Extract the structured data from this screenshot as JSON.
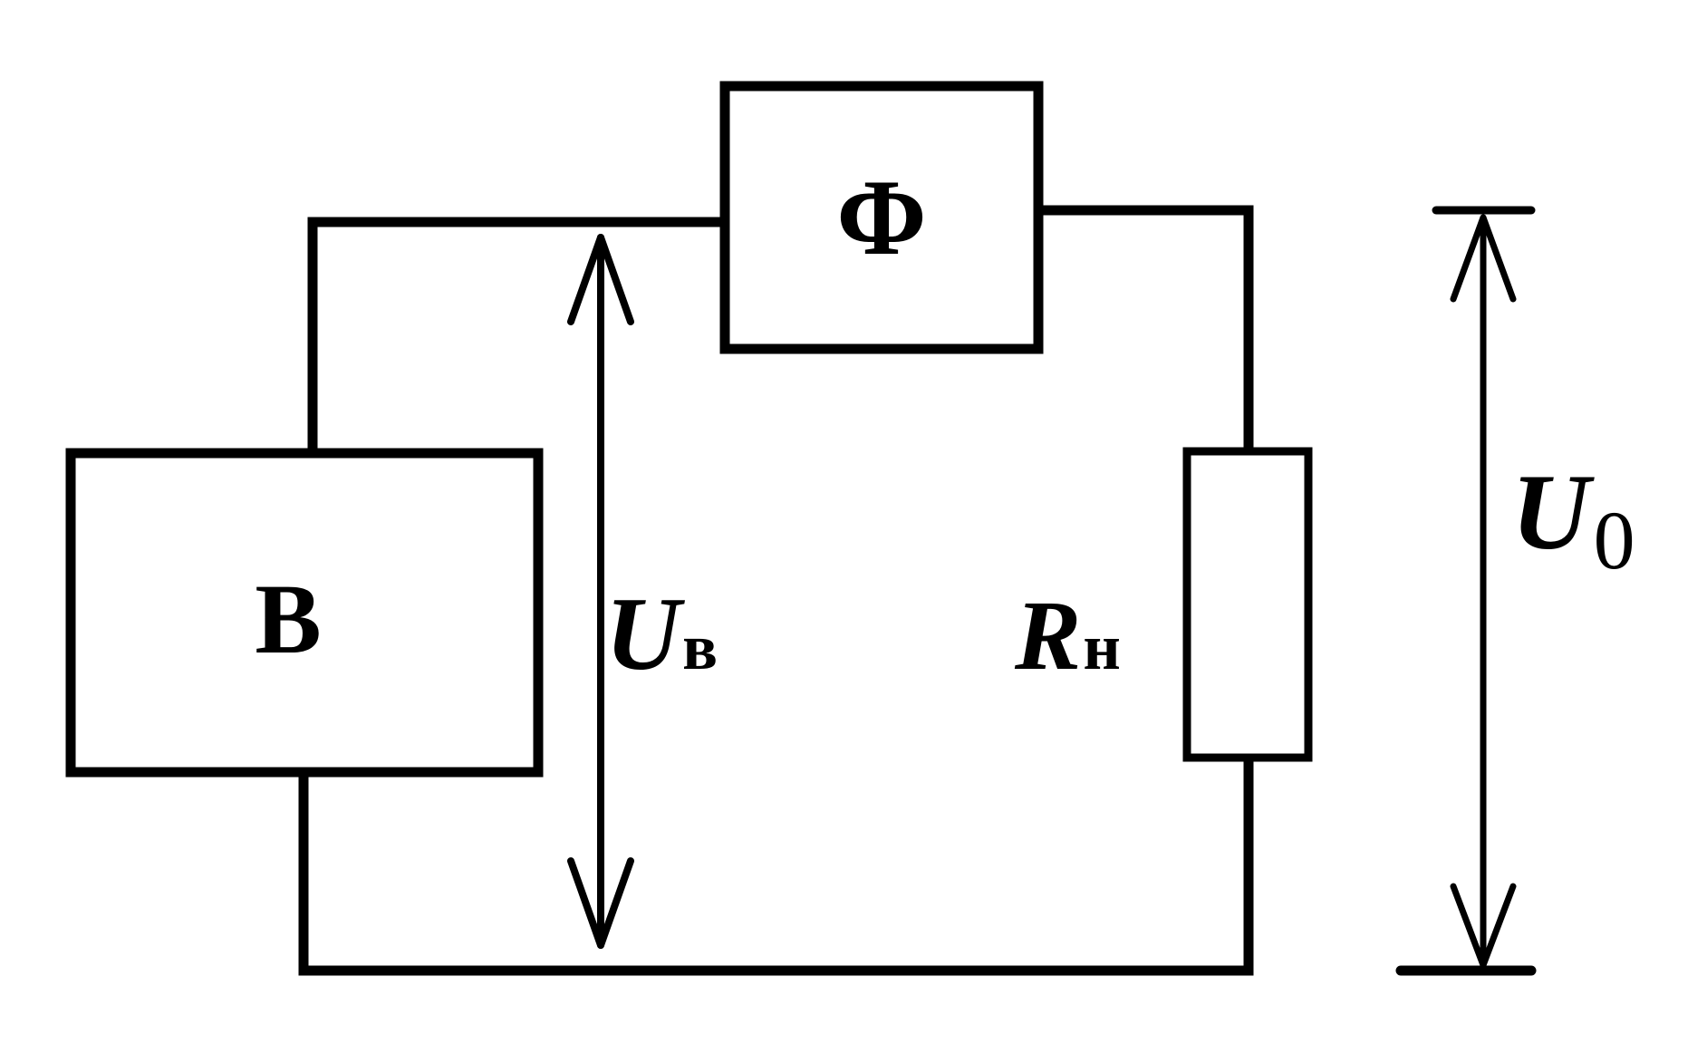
{
  "diagram": {
    "blocks": {
      "source": {
        "label": "B"
      },
      "filter": {
        "label": "Φ"
      },
      "load": {
        "symbol": "R",
        "subscript": "н"
      }
    },
    "voltages": {
      "rectifier": {
        "symbol": "U",
        "subscript": "в"
      },
      "output": {
        "symbol": "U",
        "subscript": "0"
      }
    },
    "colors": {
      "line": "#000000",
      "background": "#ffffff"
    }
  }
}
